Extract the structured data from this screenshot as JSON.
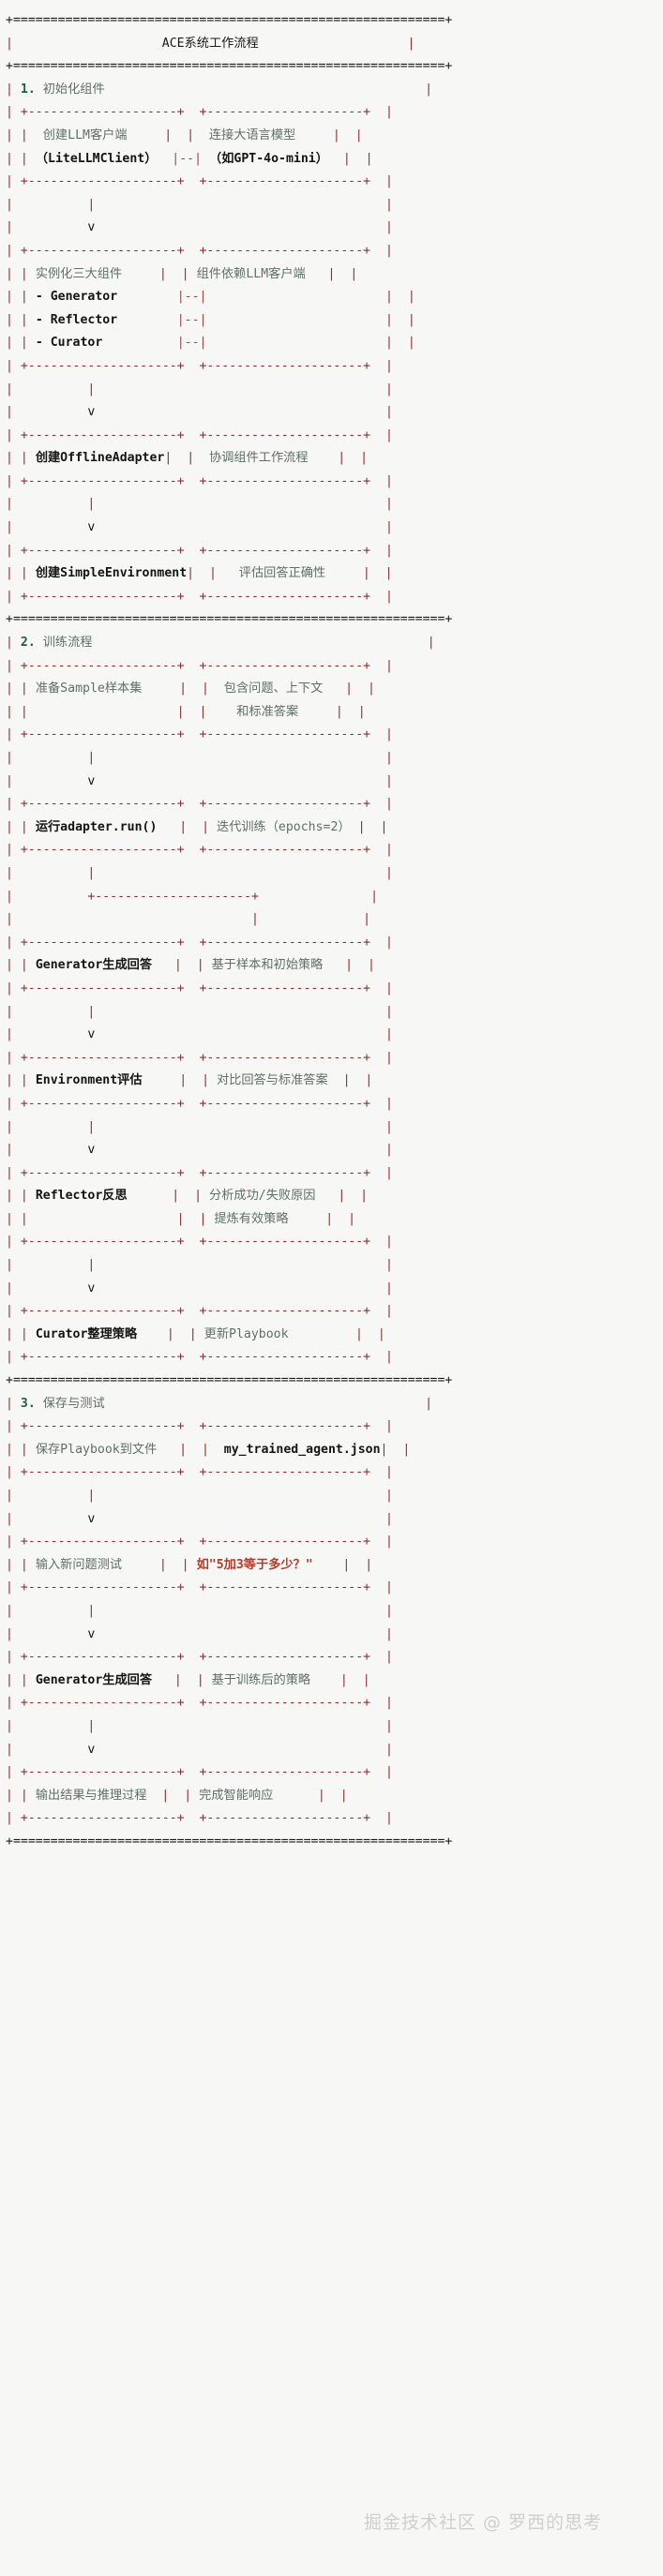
{
  "diagram": {
    "title": "ACE系统工作流程",
    "border_char": "=",
    "colors": {
      "background": "#f7f7f5",
      "frame": "#8c2f2f",
      "rule": "#1b1b1b",
      "code_text": "#141414",
      "cjk_text": "#5f6f6a",
      "number_green": "#1f5f4a",
      "accent_red": "#b33a2b",
      "watermark": "#c9c9c9"
    },
    "sections": [
      {
        "index": "1.",
        "heading": "初始化组件",
        "steps": [
          {
            "left": [
              "创建LLM客户端",
              "（LiteLLMClient）"
            ],
            "connector": "|--|",
            "right": [
              "连接大语言模型",
              "（如GPT-4o-mini）"
            ]
          },
          {
            "left": [
              "实例化三大组件",
              "- Generator",
              "- Reflector",
              "- Curator"
            ],
            "connector": "|--|",
            "right": [
              "组件依赖LLM客户端",
              "",
              "",
              ""
            ]
          },
          {
            "left": [
              "创建OfflineAdapter"
            ],
            "connector": "",
            "right": [
              "协调组件工作流程"
            ]
          },
          {
            "left": [
              "创建SimpleEnvironment"
            ],
            "connector": "",
            "right": [
              "评估回答正确性"
            ]
          }
        ]
      },
      {
        "index": "2.",
        "heading": "训练流程",
        "steps": [
          {
            "left": [
              "准备Sample样本集",
              ""
            ],
            "connector": "",
            "right": [
              "包含问题、上下文",
              "和标准答案"
            ]
          },
          {
            "left": [
              "运行adapter.run()"
            ],
            "connector": "",
            "right": [
              "迭代训练（epochs=2）"
            ]
          },
          {
            "left": [
              "Generator生成回答"
            ],
            "connector": "",
            "right": [
              "基于样本和初始策略"
            ]
          },
          {
            "left": [
              "Environment评估"
            ],
            "connector": "",
            "right": [
              "对比回答与标准答案"
            ]
          },
          {
            "left": [
              "Reflector反思",
              ""
            ],
            "connector": "",
            "right": [
              "分析成功/失败原因",
              "提炼有效策略"
            ]
          },
          {
            "left": [
              "Curator整理策略"
            ],
            "connector": "",
            "right": [
              "更新Playbook"
            ]
          }
        ]
      },
      {
        "index": "3.",
        "heading": "保存与测试",
        "steps": [
          {
            "left": [
              "保存Playbook到文件"
            ],
            "connector": "",
            "right": [
              "my_trained_agent.json"
            ]
          },
          {
            "left": [
              "输入新问题测试"
            ],
            "connector": "",
            "right": [
              "如\"5加3等于多少？\""
            ]
          },
          {
            "left": [
              "Generator生成回答"
            ],
            "connector": "",
            "right": [
              "基于训练后的策略"
            ]
          },
          {
            "left": [
              "输出结果与推理过程"
            ],
            "connector": "",
            "right": [
              "完成智能响应"
            ]
          }
        ]
      }
    ],
    "arrow_glyph": "v",
    "vertical_glyph": "|",
    "watermark": "掘金技术社区 @ 罗西的思考"
  }
}
